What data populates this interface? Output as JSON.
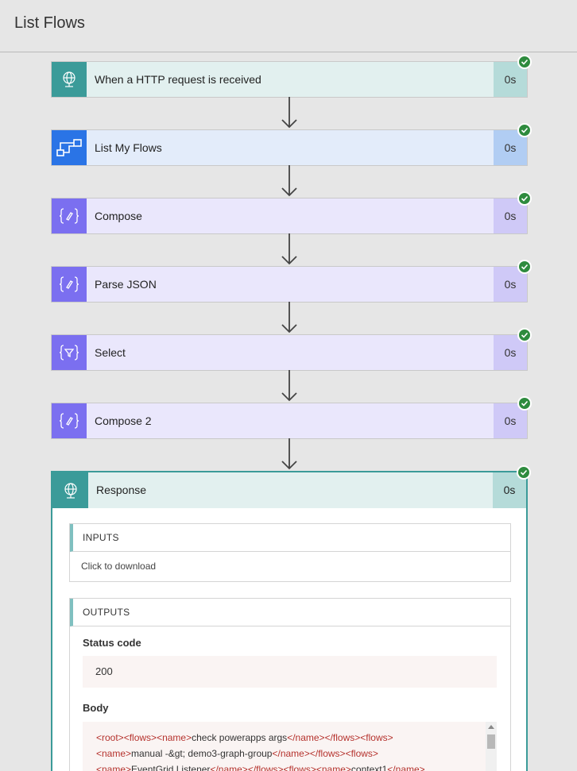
{
  "header": {
    "title": "List Flows"
  },
  "steps": [
    {
      "label": "When a HTTP request is received",
      "duration": "0s",
      "icon": "globe-icon",
      "theme": "teal"
    },
    {
      "label": "List My Flows",
      "duration": "0s",
      "icon": "flow-icon",
      "theme": "blue"
    },
    {
      "label": "Compose",
      "duration": "0s",
      "icon": "compose-icon",
      "theme": "purple"
    },
    {
      "label": "Parse JSON",
      "duration": "0s",
      "icon": "compose-icon",
      "theme": "purple"
    },
    {
      "label": "Select",
      "duration": "0s",
      "icon": "filter-icon",
      "theme": "purple"
    },
    {
      "label": "Compose 2",
      "duration": "0s",
      "icon": "compose-icon",
      "theme": "purple"
    }
  ],
  "response": {
    "label": "Response",
    "duration": "0s",
    "inputs": {
      "title": "INPUTS",
      "link": "Click to download"
    },
    "outputs": {
      "title": "OUTPUTS",
      "status_label": "Status code",
      "status_value": "200",
      "body_label": "Body",
      "body_lines": [
        [
          [
            "tag",
            "<root>"
          ],
          [
            "tag",
            "<flows>"
          ],
          [
            "tag",
            "<name>"
          ],
          [
            "text",
            "check powerapps args"
          ],
          [
            "tag",
            "</name>"
          ],
          [
            "tag",
            "</flows>"
          ],
          [
            "tag",
            "<flows>"
          ]
        ],
        [
          [
            "tag",
            "<name>"
          ],
          [
            "text",
            "manual -&gt; demo3-graph-group"
          ],
          [
            "tag",
            "</name>"
          ],
          [
            "tag",
            "</flows>"
          ],
          [
            "tag",
            "<flows>"
          ]
        ],
        [
          [
            "tag",
            "<name>"
          ],
          [
            "text",
            "EventGrid Listener"
          ],
          [
            "tag",
            "</name>"
          ],
          [
            "tag",
            "</flows>"
          ],
          [
            "tag",
            "<flows>"
          ],
          [
            "tag",
            "<name>"
          ],
          [
            "text",
            "context1"
          ],
          [
            "tag",
            "</name>"
          ]
        ]
      ]
    }
  },
  "colors": {
    "success": "#2e8b3e",
    "teal": "#3b9b99",
    "blue": "#2a74e6",
    "purple": "#7b6ff0"
  }
}
